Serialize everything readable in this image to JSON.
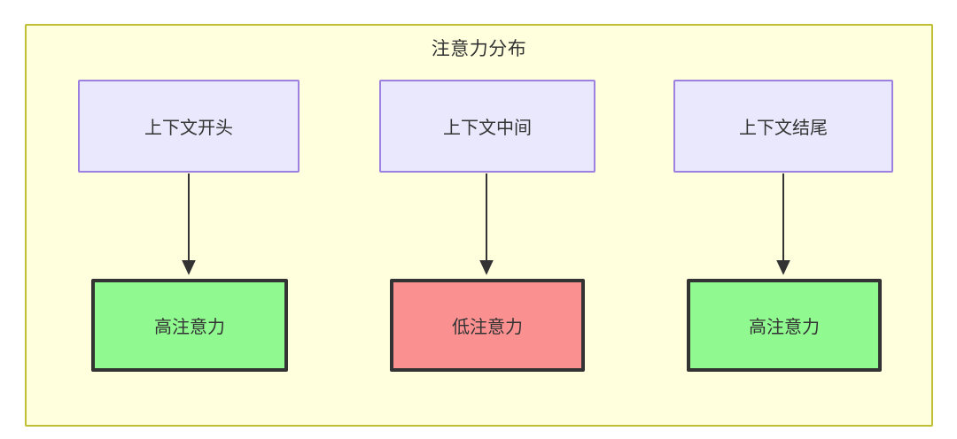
{
  "diagram": {
    "title": "注意力分布",
    "frame": {
      "background_color": "#ffffdd",
      "border_color": "#bfbf36"
    },
    "palette": {
      "source_fill": "#e9e8fc",
      "source_border": "#9d81e0",
      "high_fill": "#90fa90",
      "low_fill": "#fa9090",
      "result_border": "#333333",
      "text_color": "#333333",
      "edge_color": "#333333"
    },
    "columns": [
      {
        "source": {
          "label": "上下文开头"
        },
        "result": {
          "label": "高注意力",
          "level": "high"
        }
      },
      {
        "source": {
          "label": "上下文中间"
        },
        "result": {
          "label": "低注意力",
          "level": "low"
        }
      },
      {
        "source": {
          "label": "上下文结尾"
        },
        "result": {
          "label": "高注意力",
          "level": "high"
        }
      }
    ],
    "edges": [
      {
        "from": "上下文开头",
        "to": "高注意力",
        "style": "arrow"
      },
      {
        "from": "上下文中间",
        "to": "低注意力",
        "style": "arrow"
      },
      {
        "from": "上下文结尾",
        "to": "高注意力",
        "style": "arrow"
      }
    ]
  }
}
